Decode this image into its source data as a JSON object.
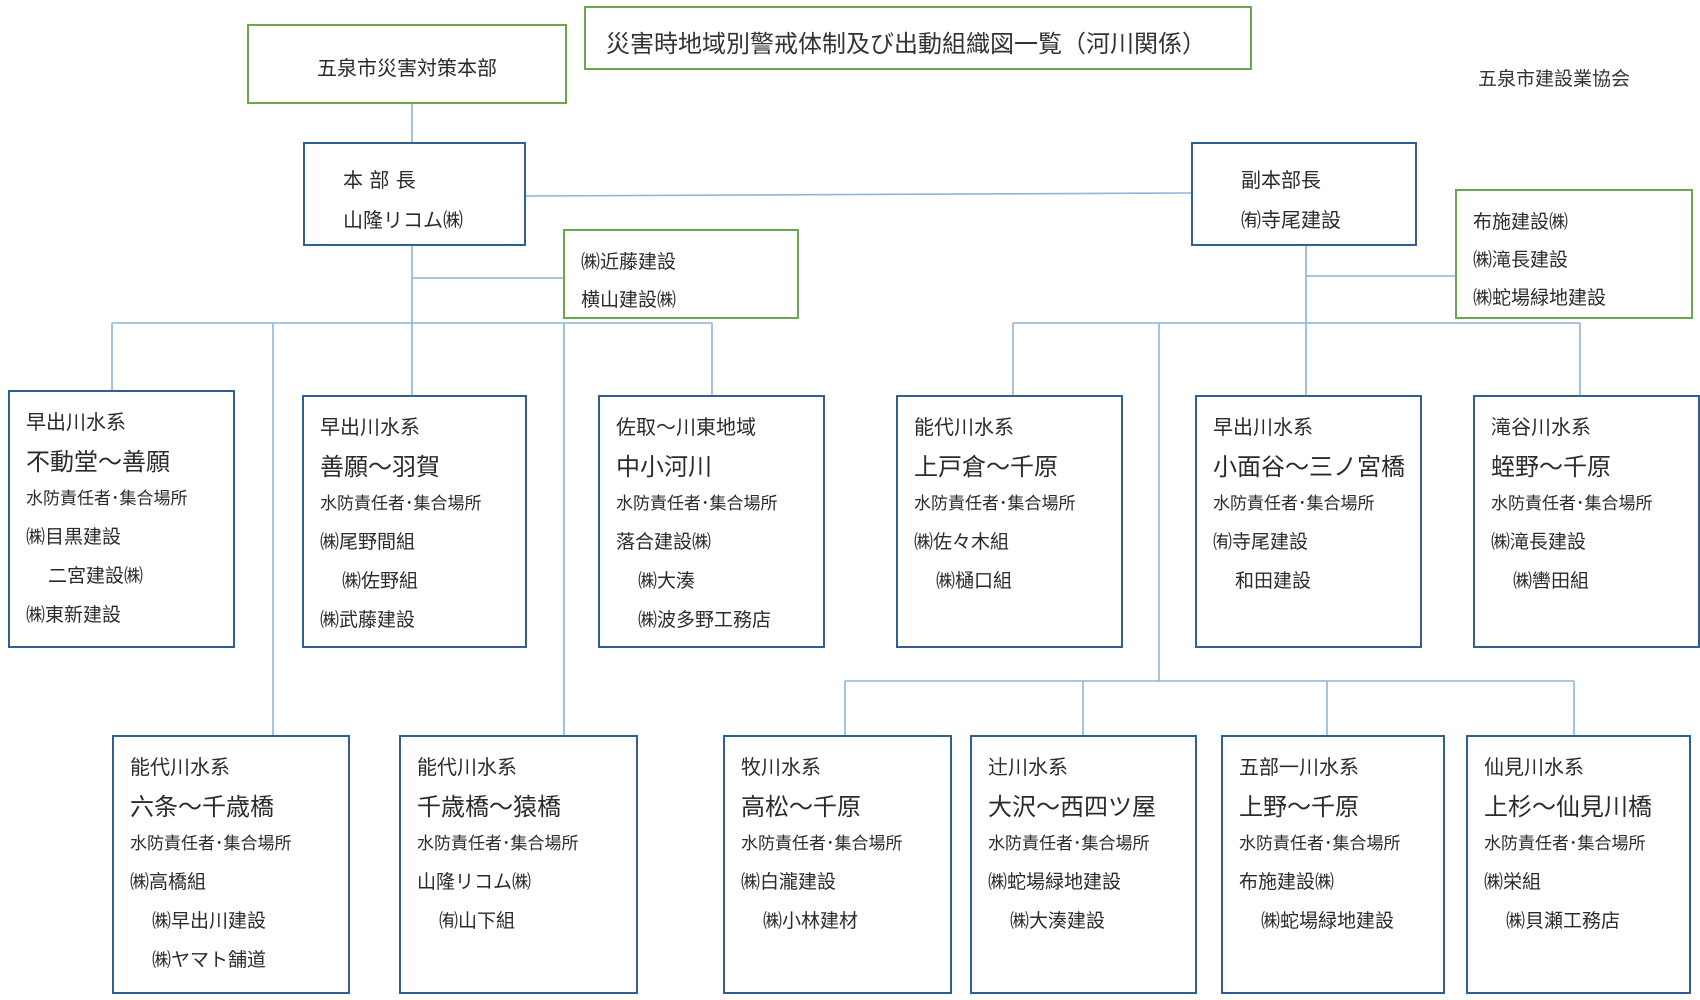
{
  "title": "災害時地域別警戒体制及び出動組織図一覧（河川関係）",
  "association": "五泉市建設業協会",
  "hq": "五泉市災害対策本部",
  "chief": {
    "title": "本 部 長",
    "company": "山隆リコム㈱"
  },
  "deputy": {
    "title": "副本部長",
    "company": "㈲寺尾建設"
  },
  "support_left": [
    "㈱近藤建設",
    "横山建設㈱"
  ],
  "support_right": [
    "布施建設㈱",
    "㈱滝長建設",
    "㈱蛇場緑地建設"
  ],
  "role_label": "水防責任者･集合場所",
  "units": [
    {
      "system": "早出川水系",
      "section": "不動堂～善願",
      "companies": [
        "㈱目黒建設",
        "二宮建設㈱",
        "㈱東新建設"
      ]
    },
    {
      "system": "早出川水系",
      "section": "善願～羽賀",
      "companies": [
        "㈱尾野間組",
        "㈱佐野組",
        "㈱武藤建設"
      ]
    },
    {
      "system": "佐取～川東地域",
      "section": "中小河川",
      "companies": [
        "落合建設㈱",
        "㈱大湊",
        "㈱波多野工務店"
      ]
    },
    {
      "system": "能代川水系",
      "section": "上戸倉～千原",
      "companies": [
        "㈱佐々木組",
        "㈱樋口組"
      ]
    },
    {
      "system": "早出川水系",
      "section": "小面谷～三ノ宮橋",
      "companies": [
        "㈲寺尾建設",
        "和田建設"
      ]
    },
    {
      "system": "滝谷川水系",
      "section": "蛭野～千原",
      "companies": [
        "㈱滝長建設",
        "㈱轡田組"
      ]
    },
    {
      "system": "能代川水系",
      "section": "六条～千歳橋",
      "companies": [
        "㈱高橋組",
        "㈱早出川建設",
        "㈱ヤマト舗道"
      ]
    },
    {
      "system": "能代川水系",
      "section": "千歳橋～猿橋",
      "companies": [
        "山隆リコム㈱",
        "㈲山下組"
      ]
    },
    {
      "system": "牧川水系",
      "section": "高松～千原",
      "companies": [
        "㈱白瀧建設",
        "㈱小林建材"
      ]
    },
    {
      "system": "辻川水系",
      "section": "大沢～西四ツ屋",
      "companies": [
        "㈱蛇場緑地建設",
        "㈱大湊建設"
      ]
    },
    {
      "system": "五部一川水系",
      "section": "上野～千原",
      "companies": [
        "布施建設㈱",
        "㈱蛇場緑地建設"
      ]
    },
    {
      "system": "仙見川水系",
      "section": "上杉～仙見川橋",
      "companies": [
        "㈱栄組",
        "㈱貝瀬工務店"
      ]
    }
  ],
  "colors": {
    "box_border": "#2f5f93",
    "support_border": "#6aa84f",
    "connector": "#8eb4da"
  }
}
